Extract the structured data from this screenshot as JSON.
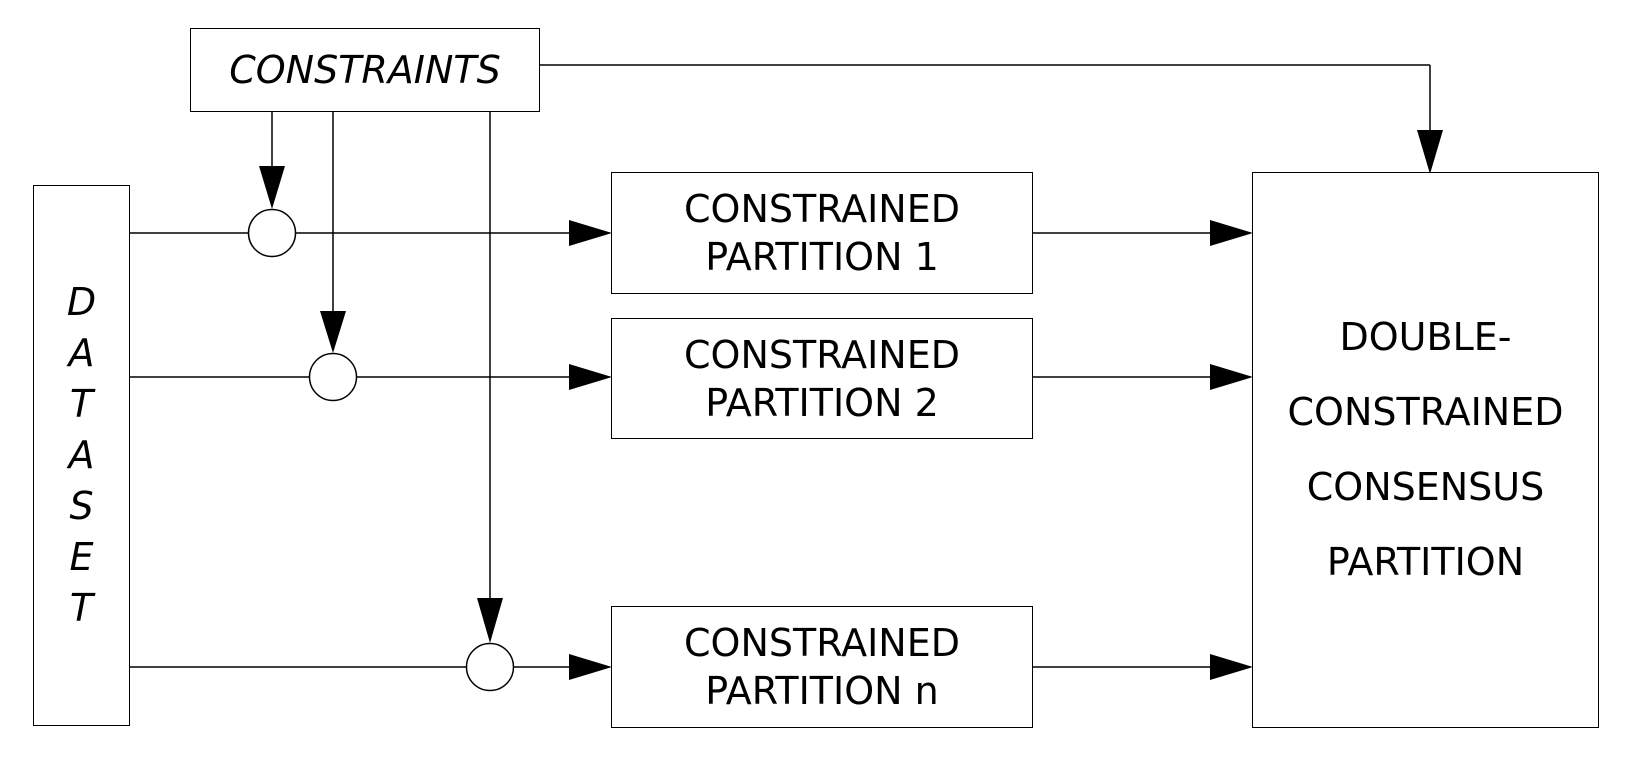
{
  "diagram": {
    "constraints": "CONSTRAINTS",
    "dataset": "DATASET",
    "partitions": [
      "CONSTRAINED\nPARTITION 1",
      "CONSTRAINED\nPARTITION 2",
      "CONSTRAINED\nPARTITION n"
    ],
    "consensus": "DOUBLE-\nCONSTRAINED\nCONSENSUS\nPARTITION"
  }
}
